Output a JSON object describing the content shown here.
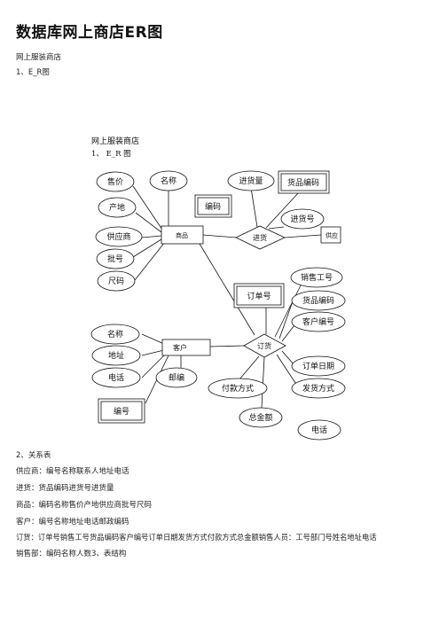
{
  "title": "数据库网上商店ER图",
  "intro": "网上服装商店",
  "section1": "1、E_R图",
  "figure": {
    "heading1": "网上服装商店",
    "heading2": "1、  E_R 图",
    "entities": {
      "goods": "商品",
      "customer": "客户",
      "supplier": "供应"
    },
    "relationships": {
      "purchase": "进货",
      "order": "订货"
    },
    "attributes": {
      "price": "售价",
      "name1": "名称",
      "origin": "产地",
      "supplier_attr": "供应商",
      "batch": "批号",
      "size": "尺码",
      "code_box": "编码",
      "purchase_qty": "进货量",
      "goods_code_box": "货品编码",
      "purchase_no": "进货号",
      "order_no_box": "订单号",
      "sales_no": "销售工号",
      "goods_code2": "货品编码",
      "customer_no": "客户编号",
      "name2": "名称",
      "address": "地址",
      "phone1": "电话",
      "postcode": "邮编",
      "id_box": "编号",
      "payment": "付款方式",
      "order_date": "订单日期",
      "ship_method": "发货方式",
      "total": "总金额",
      "phone2": "电话"
    }
  },
  "section2": "2、关系表",
  "relations": [
    "供应商：编号名称联系人地址电话",
    "进货：货品编码进货号进货量",
    "商品：编码名称售价产地供应商批号尺码",
    "客户：编号名称地址电话邮政编码",
    "订货：订单号销售工号货品编码客户编号订单日期发货方式付款方式总金额销售人员：工号部门号姓名地址电话",
    "销售部：编码名称人数3、表结构"
  ]
}
